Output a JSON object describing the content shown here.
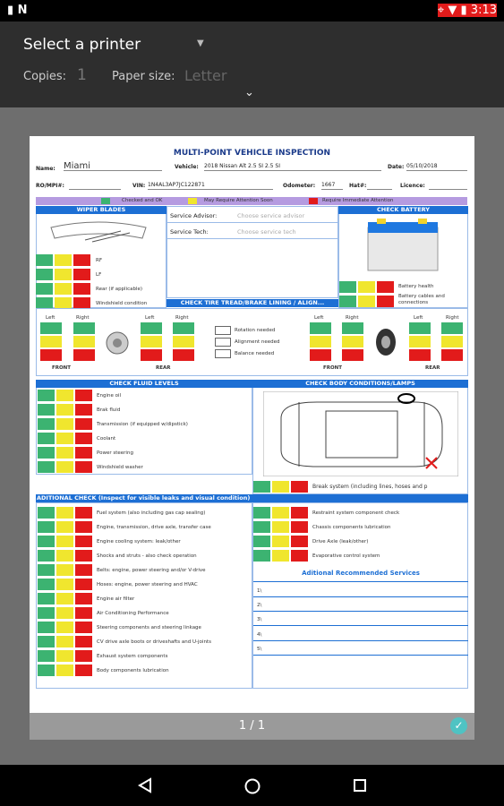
{
  "status": {
    "left_icons": [
      "file-icon",
      "n-icon"
    ],
    "time": "3:13"
  },
  "print": {
    "printer_label": "Select a printer",
    "copies_label": "Copies:",
    "copies_value": "1",
    "paper_label": "Paper size:",
    "paper_value": "Letter"
  },
  "form": {
    "title": "MULTI-POINT VEHICLE INSPECTION",
    "name_label": "Name:",
    "name_value": "Miami",
    "vehicle_label": "Vehicle:",
    "vehicle_value": "2018 Nissan Alt 2.5 SI 2.5 SI",
    "date_label": "Date:",
    "date_value": "05/10/2018",
    "ro_label": "RO/MPI#:",
    "vin_label": "VIN:",
    "vin_value": "1N4AL3AP7JC122871",
    "odometer_label": "Odometer:",
    "odometer_value": "1667",
    "hat_label": "Hat#:",
    "licence_label": "Licence:",
    "legend": {
      "ok": "Checked and OK",
      "attention": "May Require Attention Soon",
      "immediate": "Require Immediate Attention"
    },
    "wiper": {
      "header": "WIPER BLADES",
      "rows": [
        "RF",
        "LF",
        "Rear (if applicable)",
        "Windshield condition"
      ]
    },
    "advisor": {
      "label": "Service Advisor:",
      "placeholder": "Choose service advisor"
    },
    "tech": {
      "label": "Service Tech:",
      "placeholder": "Choose service tech"
    },
    "battery": {
      "header": "CHECK BATTERY",
      "rows": [
        "Battery health",
        "Battery cables and connections"
      ]
    },
    "tire": {
      "header": "CHECK TIRE TREAD/BRAKE LINING / ALIGN...",
      "left": "Left",
      "right": "Right",
      "front": "FRONT",
      "rear": "REAR",
      "options": [
        "Rotation needed",
        "Alignment needed",
        "Balance needed"
      ]
    },
    "fluids": {
      "header": "CHECK FLUID LEVELS",
      "rows": [
        "Engine oil",
        "Brak fluid",
        "Transmission (if equipped w/dipstick)",
        "Coolant",
        "Power steering",
        "Windshield washer"
      ]
    },
    "body": {
      "header": "CHECK BODY CONDITIONS/LAMPS",
      "brake_row": "Break system (including lines, hoses and p"
    },
    "additional": {
      "header": "ADITIONAL CHECK (Inspect for visible leaks and visual condition)",
      "left_rows": [
        "Fuel system (also including gas cap sealing)",
        "Engine, transmission, drive axle, transfer case",
        "Engine cooling system: leak/other",
        "Shocks and struts - also check operation",
        "Belts: engine, power steering and/or V-drive",
        "Hoses: engine, power steering and HVAC",
        "Engine air filter",
        "Air Conditioning Performance",
        "Steering components and steering linkage",
        "CV drive axle boots or driveshafts and U-joints",
        "Exhaust system components",
        "Body components lubrication"
      ],
      "right_rows": [
        "Restraint system component check",
        "Chassis components lubrication",
        "Drive Axle (leak/other)",
        "Evaporative control system"
      ]
    },
    "services": {
      "header": "Aditional Recommended Services",
      "items": [
        "1\\",
        "2\\",
        "3\\",
        "4\\",
        "5\\"
      ]
    }
  },
  "pager": {
    "text": "1 / 1"
  }
}
